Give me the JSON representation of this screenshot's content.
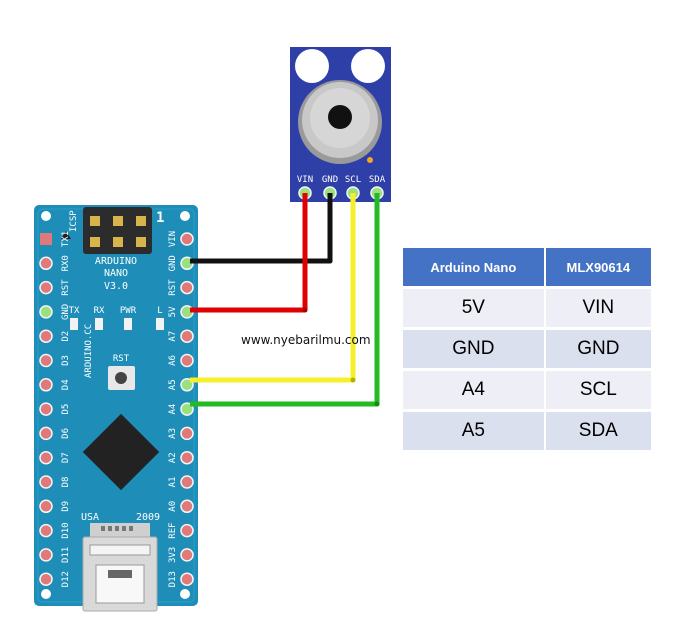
{
  "arduino": {
    "name_line1": "ARDUINO",
    "name_line2": "NANO",
    "version": "V3.0",
    "icsp": "ICSP",
    "header_number": "1",
    "reset_label": "RST",
    "usa": "USA",
    "year": "2009",
    "vertical_label": "ARDUINO.CC",
    "leds": [
      "TX",
      "RX",
      "PWR",
      "L"
    ],
    "left_pins": [
      "TX1",
      "RX0",
      "RST",
      "GND",
      "D2",
      "D3",
      "D4",
      "D5",
      "D6",
      "D7",
      "D8",
      "D9",
      "D10",
      "D11",
      "D12"
    ],
    "right_pins": [
      "VIN",
      "GND",
      "RST",
      "5V",
      "A7",
      "A6",
      "A5",
      "A4",
      "A3",
      "A2",
      "A1",
      "A0",
      "REF",
      "3V3",
      "D13"
    ]
  },
  "sensor": {
    "pins": [
      "VIN",
      "GND",
      "SCL",
      "SDA"
    ]
  },
  "watermark": "www.nyebarilmu.com",
  "wires": [
    {
      "from": "GND",
      "to": "GND",
      "color": "#111111"
    },
    {
      "from": "5V",
      "to": "VIN",
      "color": "#e00000"
    },
    {
      "from": "A5",
      "to": "SCL",
      "color": "#f6f02a"
    },
    {
      "from": "A4",
      "to": "SDA",
      "color": "#22bb22"
    }
  ],
  "table": {
    "headers": [
      "Arduino Nano",
      "MLX90614"
    ],
    "rows": [
      [
        "5V",
        "VIN"
      ],
      [
        "GND",
        "GND"
      ],
      [
        "A4",
        "SCL"
      ],
      [
        "A5",
        "SDA"
      ]
    ]
  }
}
